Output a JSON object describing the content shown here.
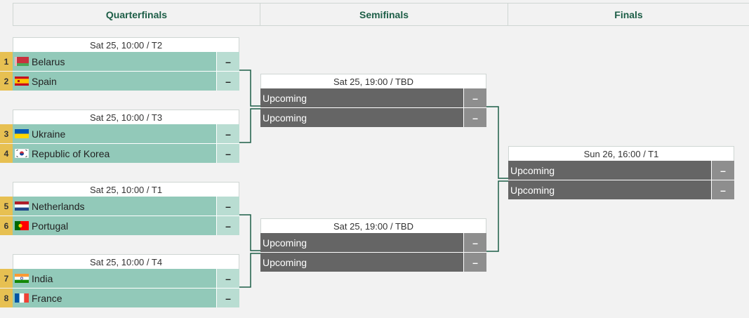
{
  "rounds": [
    {
      "title": "Quarterfinals"
    },
    {
      "title": "Semifinals"
    },
    {
      "title": "Finals"
    }
  ],
  "quarterfinals": [
    {
      "time": "Sat 25, 10:00 / T2",
      "teams": [
        {
          "seed": "1",
          "name": "Belarus",
          "flag": "belarus-flag-icon",
          "score": "–"
        },
        {
          "seed": "2",
          "name": "Spain",
          "flag": "spain-flag-icon",
          "score": "–"
        }
      ]
    },
    {
      "time": "Sat 25, 10:00 / T3",
      "teams": [
        {
          "seed": "3",
          "name": "Ukraine",
          "flag": "ukraine-flag-icon",
          "score": "–"
        },
        {
          "seed": "4",
          "name": "Republic of Korea",
          "flag": "korea-flag-icon",
          "score": "–"
        }
      ]
    },
    {
      "time": "Sat 25, 10:00 / T1",
      "teams": [
        {
          "seed": "5",
          "name": "Netherlands",
          "flag": "netherlands-flag-icon",
          "score": "–"
        },
        {
          "seed": "6",
          "name": "Portugal",
          "flag": "portugal-flag-icon",
          "score": "–"
        }
      ]
    },
    {
      "time": "Sat 25, 10:00 / T4",
      "teams": [
        {
          "seed": "7",
          "name": "India",
          "flag": "india-flag-icon",
          "score": "–"
        },
        {
          "seed": "8",
          "name": "France",
          "flag": "france-flag-icon",
          "score": "–"
        }
      ]
    }
  ],
  "semifinals": [
    {
      "time": "Sat 25, 19:00 / TBD",
      "teams": [
        {
          "name": "Upcoming",
          "score": "–"
        },
        {
          "name": "Upcoming",
          "score": "–"
        }
      ]
    },
    {
      "time": "Sat 25, 19:00 / TBD",
      "teams": [
        {
          "name": "Upcoming",
          "score": "–"
        },
        {
          "name": "Upcoming",
          "score": "–"
        }
      ]
    }
  ],
  "finals": [
    {
      "time": "Sun 26, 16:00 / T1",
      "teams": [
        {
          "name": "Upcoming",
          "score": "–"
        },
        {
          "name": "Upcoming",
          "score": "–"
        }
      ]
    }
  ],
  "colors": {
    "header_text": "#1d5e47",
    "team_bg": "#92c9b9",
    "score_bg": "#b9ddd2",
    "seed_bg": "#e7c052",
    "upcoming_bg": "#656565",
    "upcoming_score_bg": "#8e8e8e",
    "connector": "#1d5e47"
  }
}
